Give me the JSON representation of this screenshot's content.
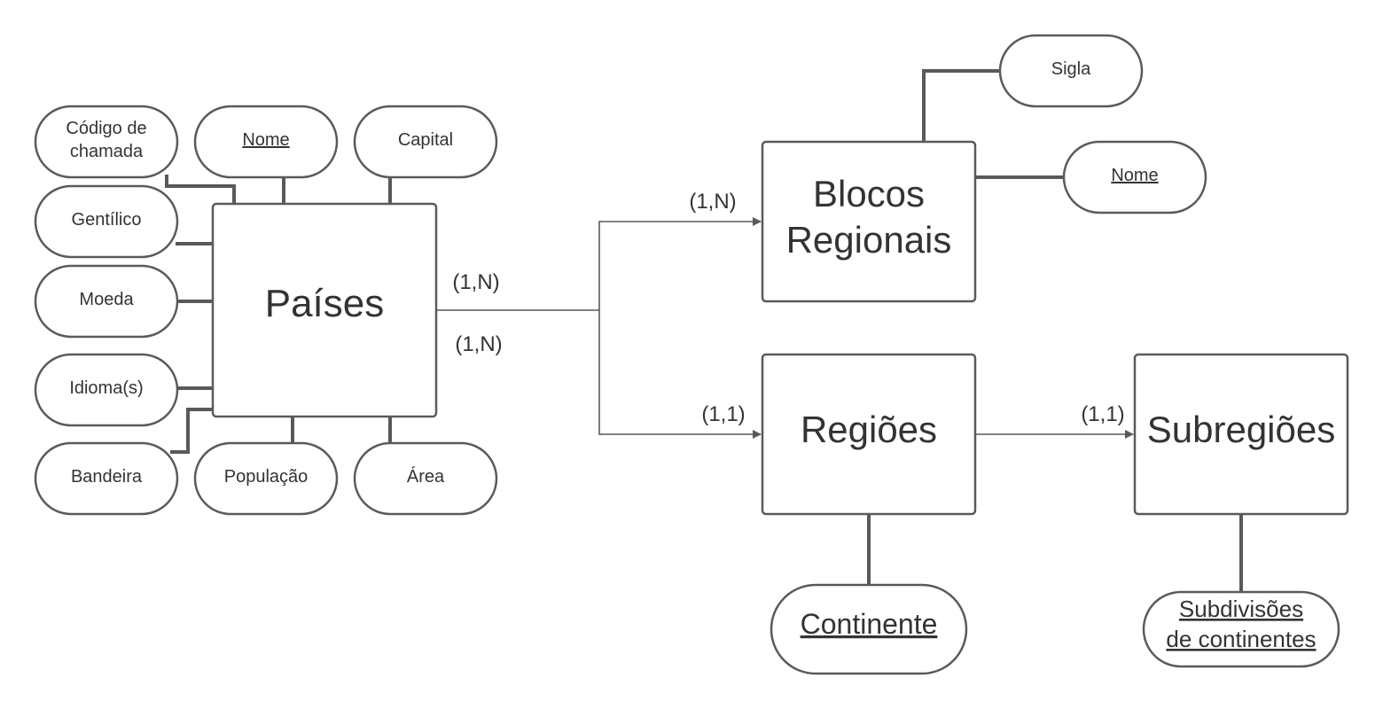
{
  "colors": {
    "stroke": "#5a5a5a",
    "text": "#333333",
    "background": "#ffffff"
  },
  "entities": {
    "paises": "Países",
    "blocos_line1": "Blocos",
    "blocos_line2": "Regionais",
    "regioes": "Regiões",
    "subregioes": "Subregiões"
  },
  "attributes": {
    "codigo_line1": "Código de",
    "codigo_line2": "chamada",
    "nome_paises": "Nome",
    "capital": "Capital",
    "gentilico": "Gentílico",
    "moeda": "Moeda",
    "idiomas": "Idioma(s)",
    "bandeira": "Bandeira",
    "populacao": "População",
    "area": "Área",
    "sigla": "Sigla",
    "nome_blocos": "Nome",
    "continente": "Continente",
    "subdiv_line1": "Subdivisões",
    "subdiv_line2": "de continentes"
  },
  "cardinalities": {
    "paises_to_blocos_upper": "(1,N)",
    "paises_to_regioes_lower": "(1,N)",
    "blocos_end": "(1,N)",
    "regioes_end": "(1,1)",
    "subregioes_end": "(1,1)"
  }
}
